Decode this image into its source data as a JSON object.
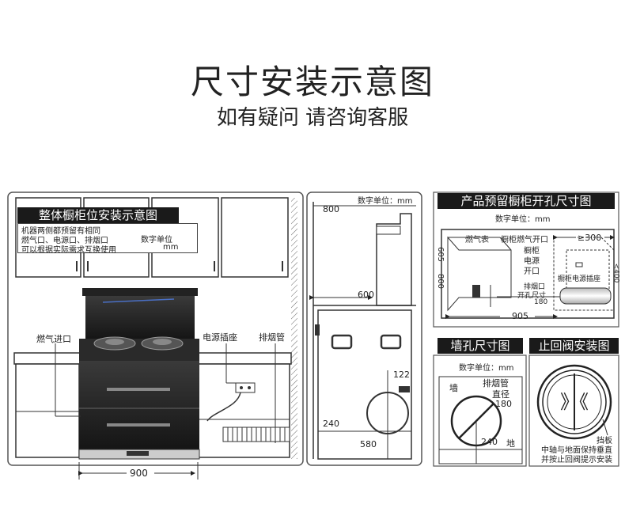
{
  "title": "尺寸安装示意图",
  "subtitle": "如有疑问 请咨询客服",
  "panel1": {
    "header": "整体橱柜位安装示意图",
    "note_lines": [
      "机器两侧都预留有相同",
      "燃气口、电源口、排烟口",
      "可以根据实际需求互换使用"
    ],
    "unit_label": "数字单位",
    "unit": "mm",
    "gas_inlet": "燃气进口",
    "power_socket": "电源插座",
    "exhaust_pipe": "排烟管",
    "width": "900"
  },
  "panel2": {
    "unit": "数字单位：mm",
    "dim_800": "800",
    "dim_600": "600",
    "dim_122": "122",
    "dim_240": "240",
    "dim_580": "580"
  },
  "panel3": {
    "header": "产品预留橱柜开孔尺寸图",
    "unit": "数字单位：mm",
    "gas_meter": "燃气表",
    "cabinet_gas_port": "橱柜燃气开口",
    "dim_300": "≥300",
    "dim_605": "605",
    "dim_800": "800",
    "cabinet_power_port_lines": [
      "橱柜",
      "电源",
      "开口"
    ],
    "cabinet_power_socket": "橱柜电源插座",
    "dim_400": "<400",
    "exhaust_hole_lines": [
      "排烟口",
      "开孔尺寸"
    ],
    "dim_180": "180",
    "dim_905": "905"
  },
  "panel4": {
    "header": "墙孔尺寸图",
    "unit": "数字单位：mm",
    "wall": "墙",
    "pipe_diameter_lines": [
      "排烟管",
      "直径"
    ],
    "dim_180": "180",
    "dim_240": "240",
    "floor": "地"
  },
  "panel5": {
    "header": "止回阀安装图",
    "baffle": "挡板",
    "note_lines": [
      "中轴与地面保持垂直",
      "并按止回阀提示安装"
    ]
  }
}
